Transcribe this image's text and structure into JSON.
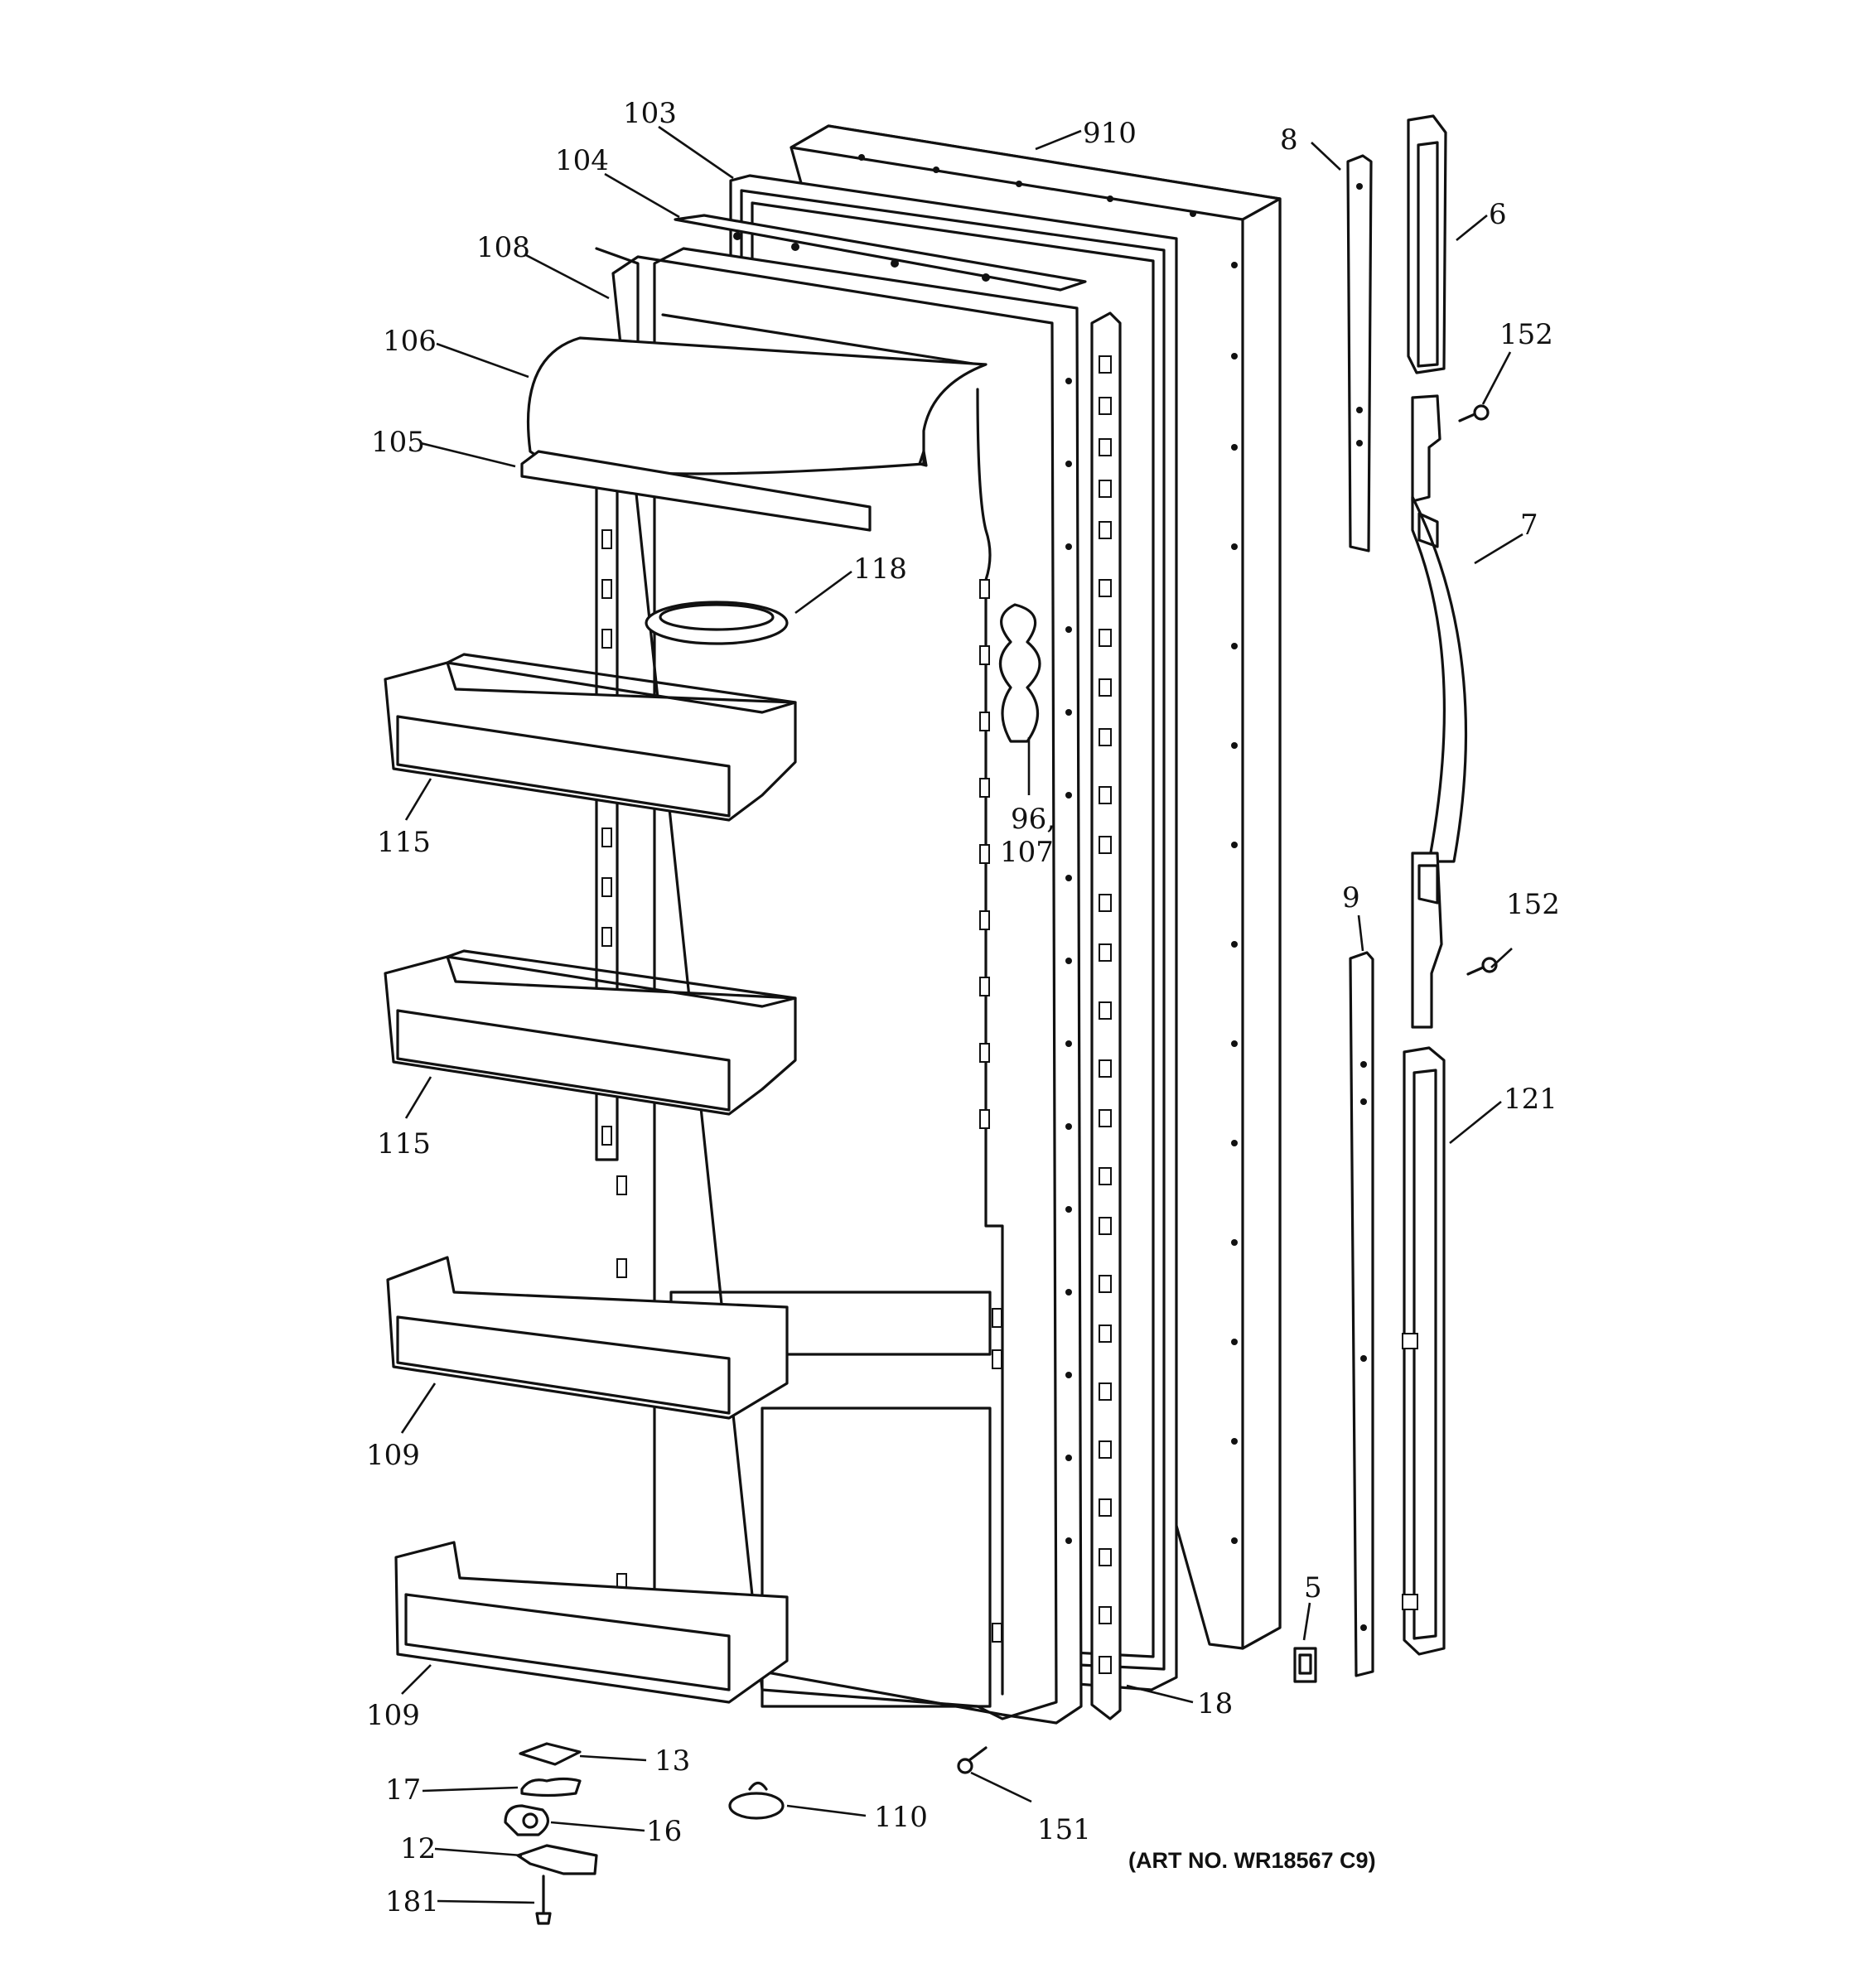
{
  "labels": {
    "p103": "103",
    "p104": "104",
    "p108": "108",
    "p106": "106",
    "p105": "105",
    "p910": "910",
    "p8": "8",
    "p6": "6",
    "p152a": "152",
    "p7": "7",
    "p152b": "152",
    "p118": "118",
    "p115a": "115",
    "p115b": "115",
    "p96": "96,",
    "p107": "107",
    "p9": "9",
    "p121": "121",
    "p109a": "109",
    "p109b": "109",
    "p5": "5",
    "p18": "18",
    "p13": "13",
    "p17": "17",
    "p16": "16",
    "p12": "12",
    "p181": "181",
    "p110": "110",
    "p151": "151"
  },
  "art_note": "(ART NO. WR18567 C9)"
}
